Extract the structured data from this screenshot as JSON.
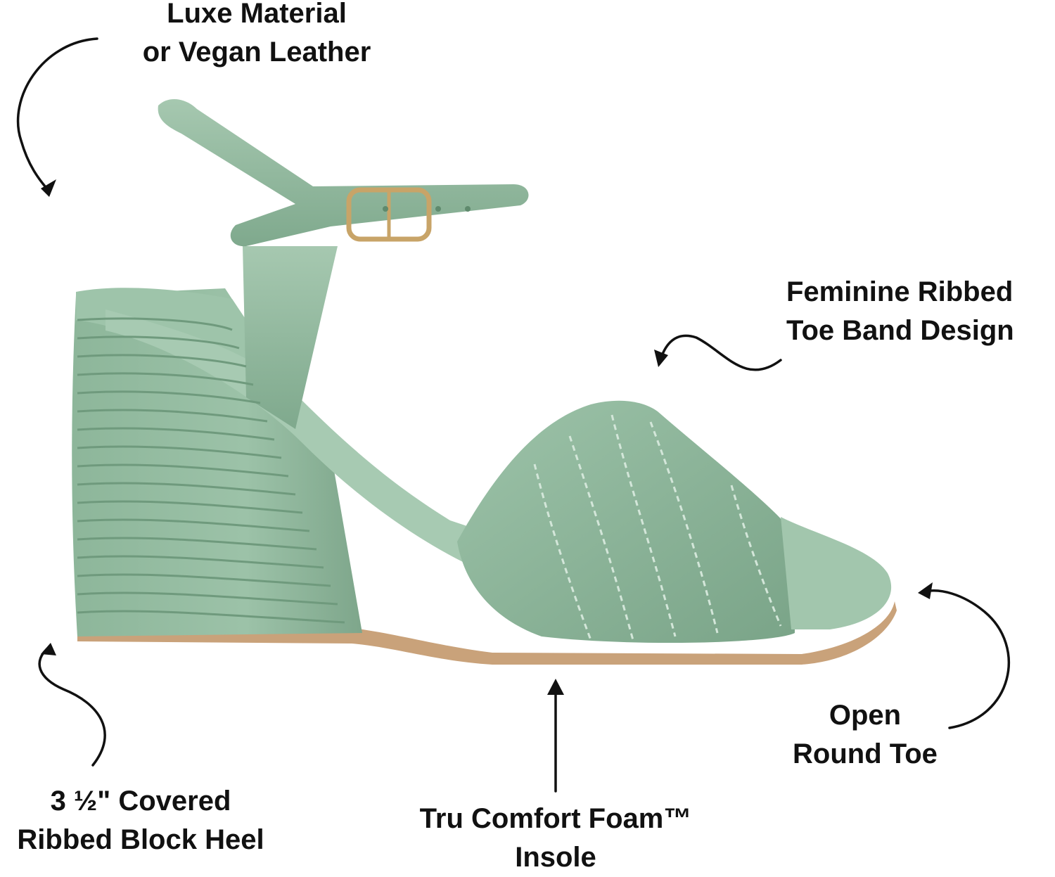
{
  "product": {
    "colors": {
      "leather": "#8fb79c",
      "leather_dark": "#6f9a7d",
      "leather_light": "#a9cbb3",
      "sole": "#c9a27a",
      "buckle": "#c8a468",
      "text": "#111111"
    }
  },
  "callouts": {
    "material": {
      "line1": "Luxe Material",
      "line2": "or Vegan Leather"
    },
    "toe_band": {
      "line1": "Feminine Ribbed",
      "line2": "Toe Band Design"
    },
    "heel": {
      "line1": "3 ½\" Covered",
      "line2": "Ribbed Block Heel"
    },
    "insole": {
      "line1": "Tru Comfort Foam™",
      "line2": "Insole"
    },
    "open_toe": {
      "line1": "Open",
      "line2": "Round Toe"
    }
  },
  "icons": [
    "curved-arrow-icon",
    "straight-arrow-icon"
  ]
}
